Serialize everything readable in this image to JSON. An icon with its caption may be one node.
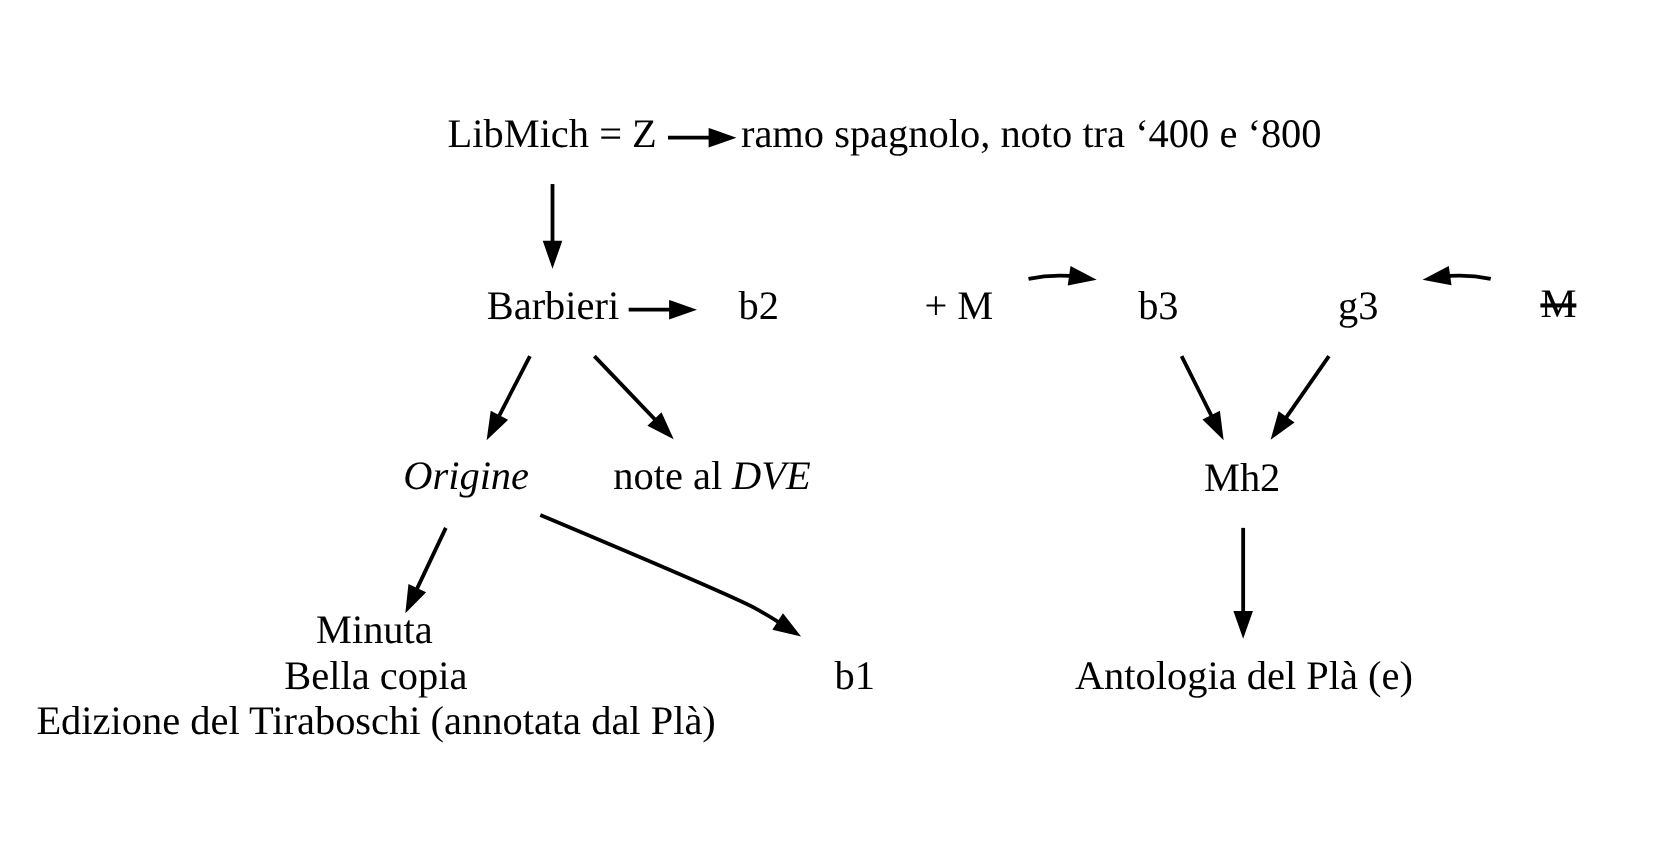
{
  "diagram": {
    "nodes": [
      {
        "text": [
          "LibMich = Z"
        ]
      },
      {
        "text": [
          "ramo spagnolo, noto tra ‘400 e ‘800"
        ]
      },
      {
        "text": [
          "Barbieri"
        ]
      },
      {
        "text": [
          "b2"
        ]
      },
      {
        "text": [
          "+ M"
        ]
      },
      {
        "text": [
          "b3"
        ]
      },
      {
        "text": [
          "g3"
        ]
      },
      {
        "text": [
          "M"
        ]
      },
      {
        "text": [
          "Origine"
        ]
      },
      {
        "text": [
          "note al *DVE*"
        ]
      },
      {
        "text": [
          "Mh2"
        ]
      },
      {
        "text": [
          "Minuta",
          "Bella copia",
          "Edizione del Tiraboschi (annotata dal Plà)"
        ]
      },
      {
        "text": [
          "b1"
        ]
      },
      {
        "text": [
          "Antologia del Plà (e)"
        ]
      }
    ],
    "edges": [
      {
        "from": 0,
        "to": 1,
        "arrow": "to"
      },
      {
        "from": 0,
        "to": 2,
        "arrow": "to"
      },
      {
        "from": 2,
        "to": 3,
        "arrow": "to"
      },
      {
        "from": 4,
        "to": 5,
        "arrow": "to"
      },
      {
        "from": 7,
        "to": 6,
        "arrow": "to"
      },
      {
        "from": 2,
        "to": 8,
        "arrow": "to"
      },
      {
        "from": 2,
        "to": 9,
        "arrow": "to"
      },
      {
        "from": 5,
        "to": 10,
        "arrow": "to"
      },
      {
        "from": 6,
        "to": 10,
        "arrow": "to"
      },
      {
        "from": 8,
        "to": 11,
        "arrow": "to"
      },
      {
        "from": 8,
        "to": 12,
        "arrow": "to"
      },
      {
        "from": 10,
        "to": 13,
        "arrow": "to"
      }
    ]
  }
}
